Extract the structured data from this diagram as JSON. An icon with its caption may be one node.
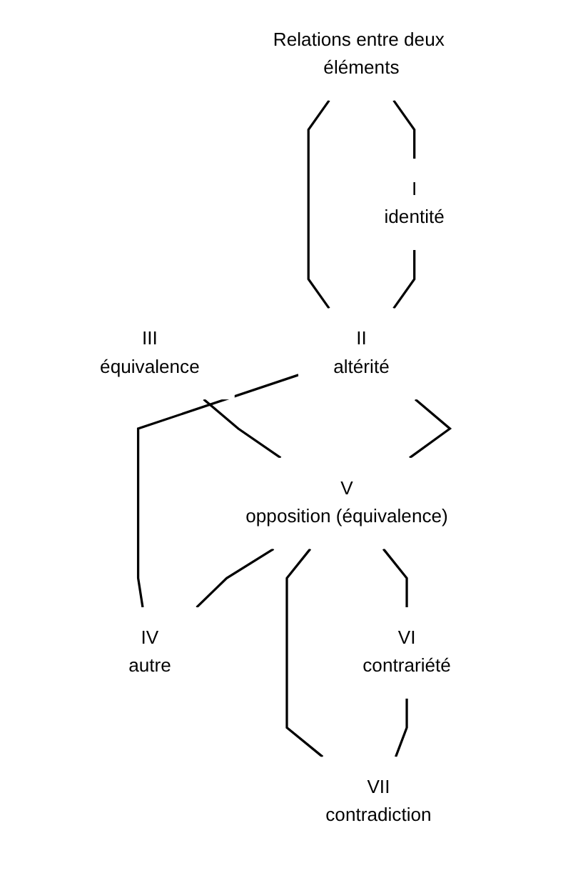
{
  "diagram": {
    "nodes": [
      {
        "text": [
          "Relations entre deux éléments"
        ]
      },
      {
        "text": [
          "III",
          "équivalence"
        ]
      },
      {
        "text": [
          "I",
          "identité"
        ]
      },
      {
        "text": [
          "II",
          "altérité"
        ]
      },
      {
        "text": [
          "V",
          "opposition (équivalence)"
        ]
      },
      {
        "text": [
          "IV",
          "autre"
        ]
      },
      {
        "text": [
          "VI",
          "contrariété"
        ]
      },
      {
        "text": [
          "VII",
          "contradiction"
        ]
      }
    ],
    "edges": [
      {
        "from": 0,
        "to": 2,
        "arrow": "none"
      },
      {
        "from": 0,
        "to": 3,
        "arrow": "none"
      },
      {
        "from": 2,
        "to": 3,
        "arrow": "none"
      },
      {
        "from": 1,
        "to": 4,
        "arrow": "none"
      },
      {
        "from": 3,
        "to": 4,
        "arrow": "none"
      },
      {
        "from": 3,
        "to": 5,
        "arrow": "none"
      },
      {
        "from": 4,
        "to": 5,
        "arrow": "none"
      },
      {
        "from": 4,
        "to": 6,
        "arrow": "none"
      },
      {
        "from": 4,
        "to": 7,
        "arrow": "none"
      },
      {
        "from": 6,
        "to": 7,
        "arrow": "none"
      }
    ]
  }
}
